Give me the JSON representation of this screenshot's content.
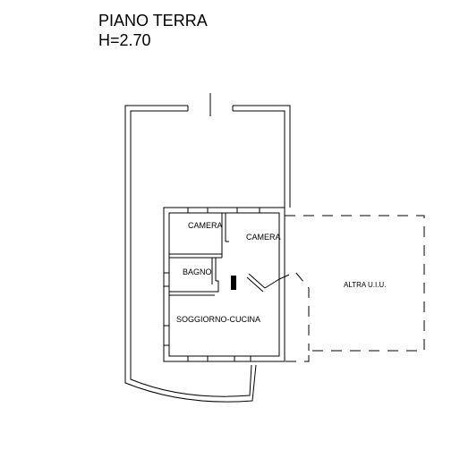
{
  "plan": {
    "floor_name": "PIANO TERRA",
    "height_label": "H=2.70"
  },
  "rooms": [
    {
      "id": "camera-small",
      "label": "CAMERA"
    },
    {
      "id": "camera-large",
      "label": "CAMERA"
    },
    {
      "id": "bagno",
      "label": "BAGNO"
    },
    {
      "id": "soggiorno-cucina",
      "label": "SOGGIORNO-CUCINA"
    },
    {
      "id": "altra-uiu",
      "label": "ALTRA U.I.U."
    }
  ],
  "colors": {
    "line": "#000000",
    "background": "#ffffff"
  }
}
